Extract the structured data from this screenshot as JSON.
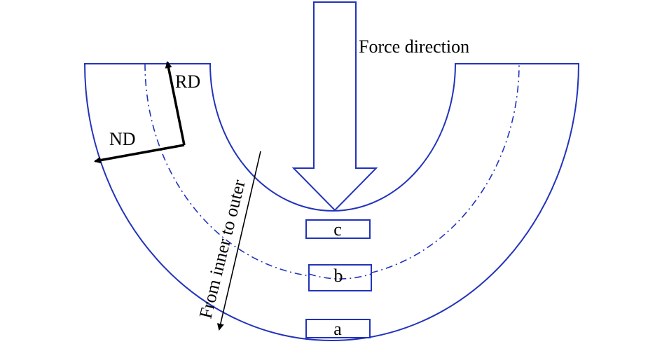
{
  "labels": {
    "force_direction": "Force direction",
    "rd": "RD",
    "nd": "ND",
    "from_inner_to_outer": "From inner to outer",
    "sample_a": "a",
    "sample_b": "b",
    "sample_c": "c"
  },
  "colors": {
    "outline": "#2233bb",
    "arrow": "#000000",
    "text": "#000000"
  }
}
